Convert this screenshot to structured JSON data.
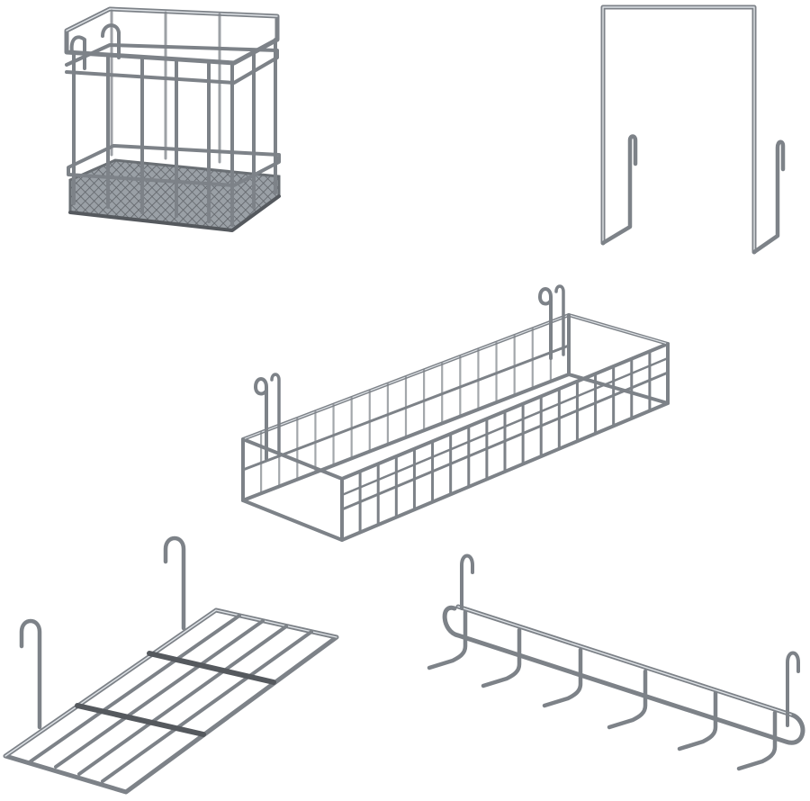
{
  "scene": {
    "background": "#ffffff",
    "metal_colors": {
      "base": "#7d8288",
      "highlight": "#dfe3e7",
      "shadow": "#55595e"
    },
    "items": [
      {
        "id": "utensil-holder",
        "kind": "square wire basket with mesh base"
      },
      {
        "id": "u-hanger",
        "kind": "U-shaped wire hanger"
      },
      {
        "id": "long-basket",
        "kind": "long wire shelf basket with hooks"
      },
      {
        "id": "flat-shelf",
        "kind": "flat wire shelf with two hooks"
      },
      {
        "id": "hook-rail",
        "kind": "wire rail with five hooks"
      }
    ]
  }
}
